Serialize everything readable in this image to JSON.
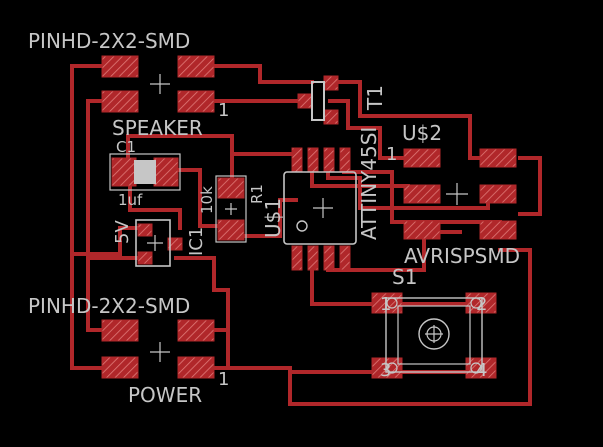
{
  "colors": {
    "background": "#000000",
    "copper": "#b0272a",
    "silkscreen": "#c6c6c6"
  },
  "labels": {
    "header_top": "PINHD-2X2-SMD",
    "header_top_pin1": "1",
    "speaker": "SPEAKER",
    "c1_name": "C1",
    "c1_value": "1uf",
    "r1_name": "R1",
    "r1_value": "10k",
    "ic1_name": "IC1",
    "ic1_value": "5V",
    "u1_name": "U$1",
    "u1_value": "ATTINY45SI",
    "t1_name": "T1",
    "u2_name": "U$2",
    "u2_pin1": "1",
    "avrisp": "AVRISPSMD",
    "s1_name": "S1",
    "s1_pin1": "1",
    "s1_pin2": "2",
    "s1_pin3": "3",
    "s1_pin4": "4",
    "header_bottom": "PINHD-2X2-SMD",
    "header_bottom_pin1": "1",
    "power": "POWER"
  }
}
